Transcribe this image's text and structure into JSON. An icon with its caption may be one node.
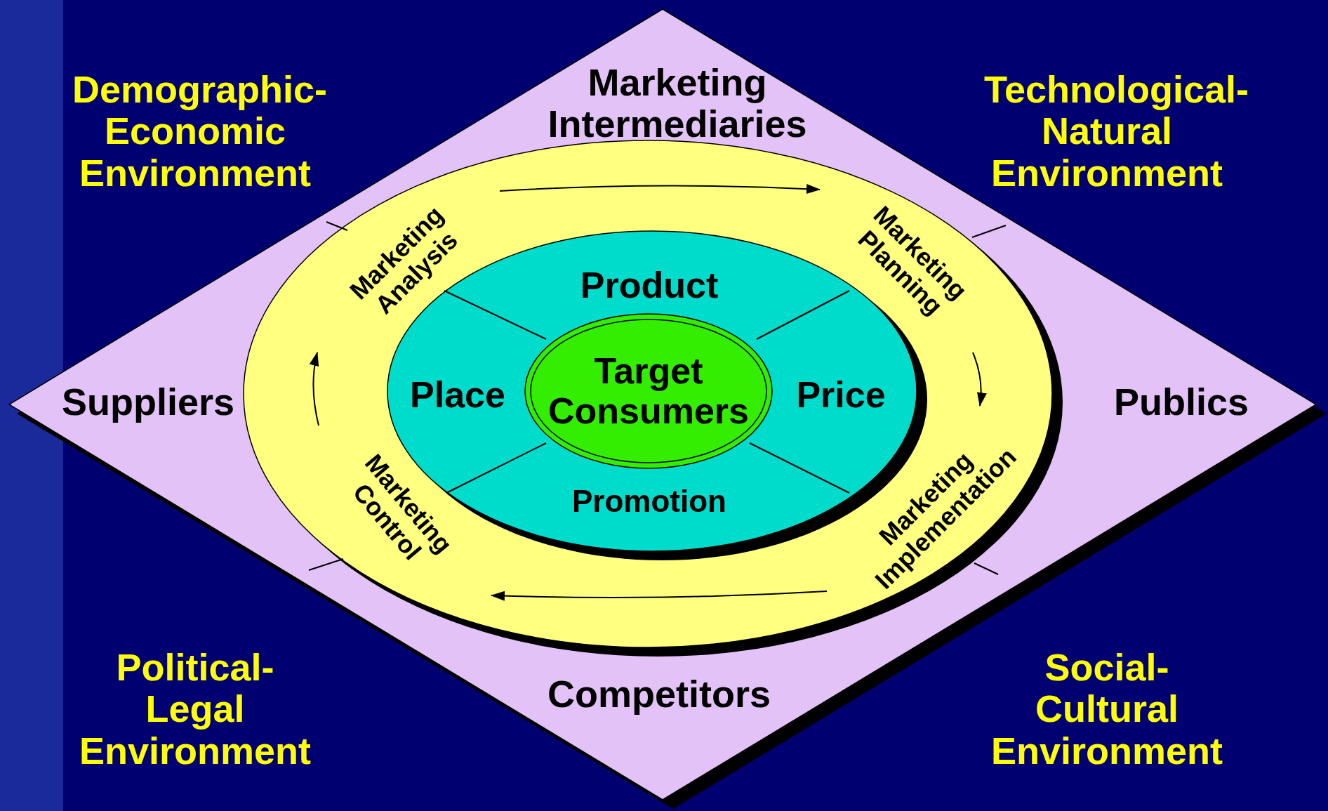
{
  "diagram": {
    "nodes": [
      {
        "text": [
          "Marketing Intermediaries",
          "Suppliers",
          "Publics",
          "Competitors"
        ]
      },
      {
        "text": [],
        "shape": "ellipse",
        "in": 0
      },
      {
        "text": [
          "Marketing Analysis"
        ],
        "in": 1
      },
      {
        "text": [
          "Marketing Planning"
        ],
        "in": 1
      },
      {
        "text": [
          "Marketing Implementation"
        ],
        "in": 1
      },
      {
        "text": [
          "Marketing Control"
        ],
        "in": 1
      },
      {
        "text": [
          "Product",
          "Place",
          "Price",
          "Promotion"
        ],
        "in": 1
      },
      {
        "text": [
          "Target Consumers"
        ],
        "in": 6
      }
    ],
    "edges": [
      {
        "from": 2,
        "to": 3,
        "arrow": "to"
      },
      {
        "from": 3,
        "to": 4,
        "arrow": "to"
      },
      {
        "from": 4,
        "to": 5,
        "arrow": "to"
      },
      {
        "from": 5,
        "to": 2,
        "arrow": "to"
      }
    ],
    "labels": [
      "Demographic- Economic Environment",
      "Technological- Natural Environment",
      "Political- Legal Environment",
      "Social- Cultural Environment"
    ]
  }
}
